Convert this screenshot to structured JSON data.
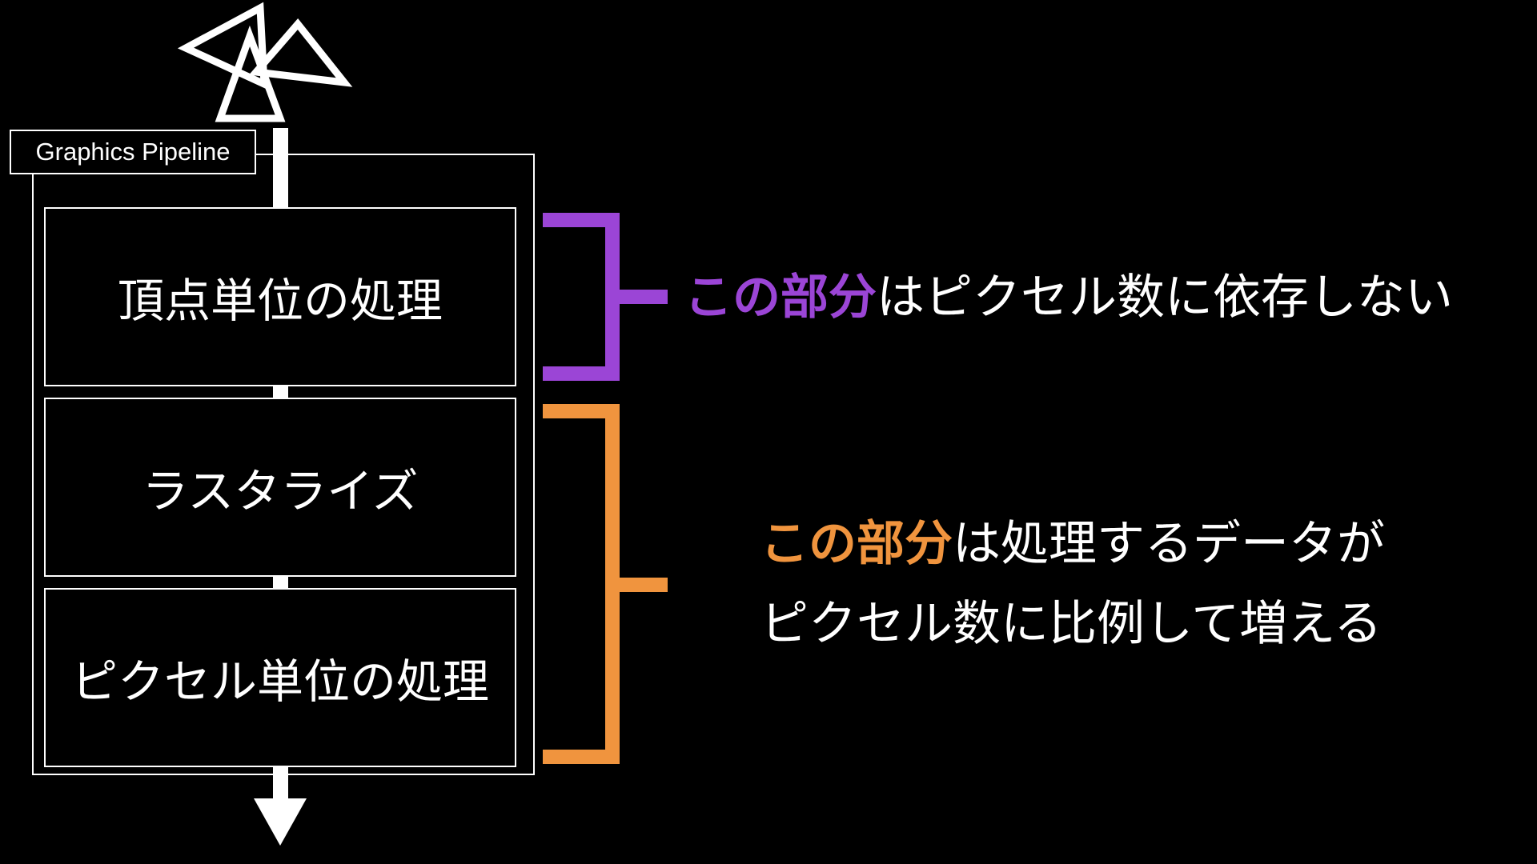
{
  "pipeline": {
    "label": "Graphics Pipeline",
    "stages": [
      {
        "label": "頂点単位の処理"
      },
      {
        "label": "ラスタライズ"
      },
      {
        "label": "ピクセル単位の処理"
      }
    ]
  },
  "annotations": {
    "vertex": {
      "emphasis": "この部分",
      "text": "はピクセル数に依存しない",
      "color": "#9b45d6"
    },
    "pixel": {
      "emphasis": "この部分",
      "line1": "は処理するデータが",
      "line2": "ピクセル数に比例して増える",
      "color": "#f0943e"
    }
  },
  "colors": {
    "background": "#000000",
    "foreground": "#ffffff"
  },
  "icons": {
    "top": "triangles-icon",
    "bottom": "arrow-down-icon"
  }
}
